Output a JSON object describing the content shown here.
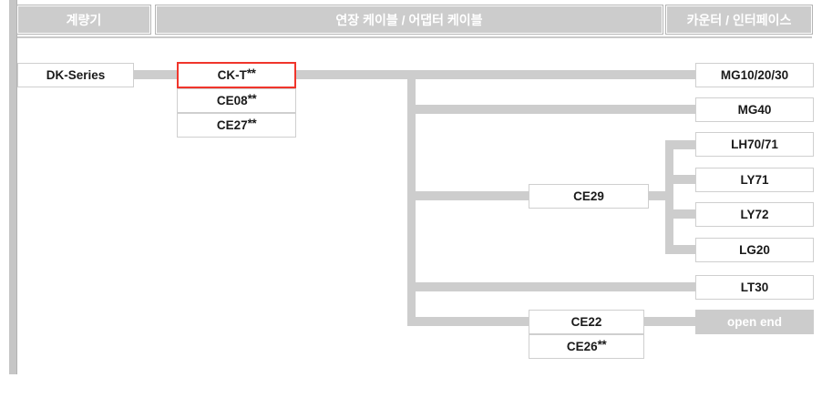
{
  "diagram": {
    "title_columns": [
      {
        "id": "meter",
        "label": "계량기"
      },
      {
        "id": "cables",
        "label": "연장 케이블 / 어댑터 케이블"
      },
      {
        "id": "interface",
        "label": "카운터 / 인터페이스"
      }
    ],
    "colors": {
      "header_fill": "#cccccc",
      "header_text": "#ffffff",
      "node_border": "#cfcfcf",
      "node_text": "#1a1a1a",
      "connector": "#cdcdcd",
      "highlight": "#f0352b",
      "rail": "#c6c6c6",
      "filled_node_fill": "#cccccc"
    },
    "nodes": {
      "dk_series": {
        "label": "DK-Series",
        "highlighted": false,
        "filled": false
      },
      "ck_t": {
        "label": "CK-T",
        "suffix": "**",
        "highlighted": true,
        "filled": false
      },
      "ce08": {
        "label": "CE08",
        "suffix": "**",
        "highlighted": false,
        "filled": false
      },
      "ce27": {
        "label": "CE27",
        "suffix": "**",
        "highlighted": false,
        "filled": false
      },
      "ce29": {
        "label": "CE29",
        "highlighted": false,
        "filled": false
      },
      "ce22": {
        "label": "CE22",
        "highlighted": false,
        "filled": false
      },
      "ce26": {
        "label": "CE26",
        "suffix": "**",
        "highlighted": false,
        "filled": false
      },
      "mg102030": {
        "label": "MG10/20/30",
        "highlighted": false,
        "filled": false
      },
      "mg40": {
        "label": "MG40",
        "highlighted": false,
        "filled": false
      },
      "lh7071": {
        "label": "LH70/71",
        "highlighted": false,
        "filled": false
      },
      "ly71": {
        "label": "LY71",
        "highlighted": false,
        "filled": false
      },
      "ly72": {
        "label": "LY72",
        "highlighted": false,
        "filled": false
      },
      "lg20": {
        "label": "LG20",
        "highlighted": false,
        "filled": false
      },
      "lt30": {
        "label": "LT30",
        "highlighted": false,
        "filled": false
      },
      "open_end": {
        "label": "open end",
        "highlighted": false,
        "filled": true
      }
    }
  }
}
